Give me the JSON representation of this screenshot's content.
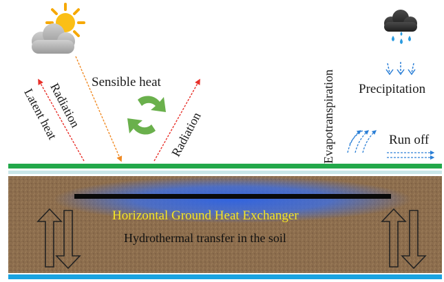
{
  "labels": {
    "sensible_heat": "Sensible heat",
    "radiation_left": "Radiation",
    "latent_heat": "Latent heat",
    "radiation_right": "Radiation",
    "evapotranspiration": "Evapotranspiration",
    "precipitation": "Precipitation",
    "run_off": "Run off",
    "exchanger": "Horizontal Ground Heat Exchanger",
    "hydrothermal": "Hydrothermal transfer in the soil"
  },
  "icons": {
    "sun": "sun-icon",
    "cloud": "cloud-icon",
    "rain_cloud": "rain-cloud-icon",
    "cycle": "cycle-arrows-icon"
  },
  "colors": {
    "arrow_red": "#e8302a",
    "arrow_orange": "#f08a24",
    "ground_green": "#22a84a",
    "exchanger_label": "#f5e623",
    "exchanger_glow": "#2d63e6",
    "water_blue": "#1aa3e0",
    "soil": "#8a6b4b"
  }
}
